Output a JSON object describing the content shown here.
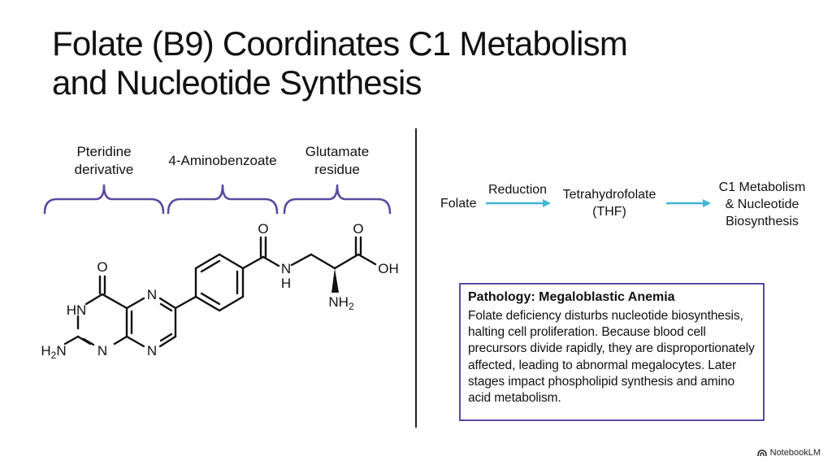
{
  "slide": {
    "title_line1": "Folate (B9) Coordinates C1 Metabolism",
    "title_line2": "and Nucleotide Synthesis"
  },
  "structure": {
    "part1_line1": "Pteridine",
    "part1_line2": "derivative",
    "part2": "4-Aminobenzoate",
    "part3_line1": "Glutamate",
    "part3_line2": "residue",
    "atoms": {
      "o_ring": "O",
      "hn": "HN",
      "n_pyr_top": "N",
      "n_pyr_bot": "N",
      "n_pym_bot": "N",
      "h2n_amine": "H2N",
      "o_amide": "O",
      "n_amide": "N",
      "h_amide": "H",
      "o_acid": "O",
      "oh_acid": "OH",
      "nh2_alpha": "NH2"
    }
  },
  "flow": {
    "step1": "Folate",
    "arrow1_label": "Reduction",
    "step2_line1": "Tetrahydrofolate",
    "step2_line2": "(THF)",
    "step3_line1": "C1 Metabolism",
    "step3_line2": "& Nucleotide",
    "step3_line3": "Biosynthesis"
  },
  "pathology": {
    "title": "Pathology: Megaloblastic Anemia",
    "body": "Folate deficiency disturbs nucleotide biosynthesis, halting cell proliferation. Because blood cell precursors divide rapidly, they are disproportionately affected, leading to abnormal megalocytes. Later stages impact phospholipid synthesis and amino acid metabolism."
  },
  "brand": {
    "label": "NotebookLM"
  },
  "colors": {
    "brace": "#5b4a9e",
    "arrow": "#3fb8d4",
    "box_border": "#5b4a9e"
  },
  "icons": {
    "brand": "notebooklm-logo-icon"
  }
}
